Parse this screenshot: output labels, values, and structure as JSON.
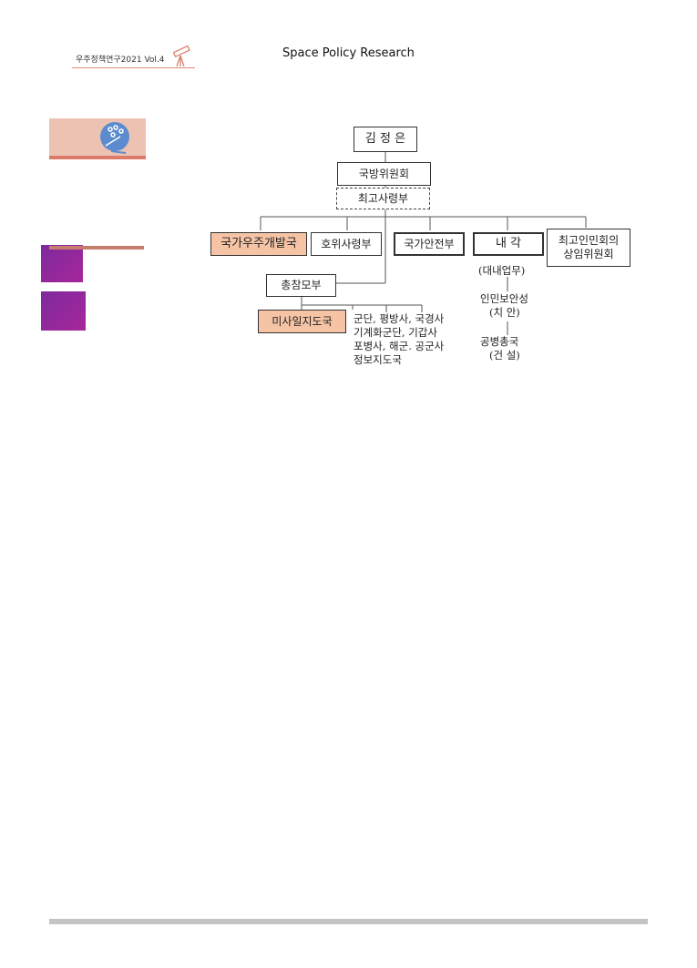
{
  "header": {
    "journal": "우주정책연구2021 Vol.4",
    "site_title": "Space Policy Research"
  },
  "org_chart": {
    "top": "김 정 은",
    "commission": "국방위원회",
    "supreme_command": "최고사령부",
    "nada": "국가우주개발국",
    "guard_command": "호위사령부",
    "state_security": "국가안전부",
    "cabinet": "내    각",
    "spa_standing": [
      "최고인민회의",
      "상임위원회"
    ],
    "general_staff": "총참모부",
    "missile_guidance": "미사일지도국",
    "corps_list": [
      "군단, 평방사,  국경사",
      "기계화군단,  기갑사",
      "포병사,  해군. 공군사",
      "정보지도국"
    ],
    "cabinet_duty": "(대내업무)",
    "people_security": [
      "인민보안성",
      "(치  안)"
    ],
    "engineer_bureau": [
      "공병총국",
      "(건  설)"
    ]
  },
  "colors": {
    "highlight": "#f6c4a5",
    "accent_purple": "#8a2a9c",
    "accent_pink": "#ecc3b3"
  }
}
